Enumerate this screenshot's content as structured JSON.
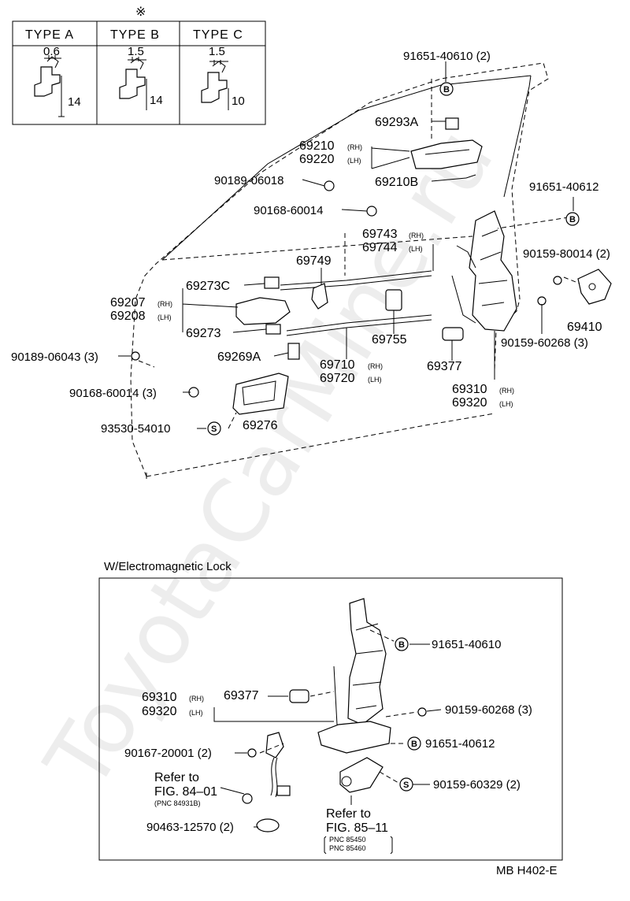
{
  "watermark": "ToyotaCarMine.ru",
  "note_mark": "※",
  "types_table": [
    {
      "header": "TYPE  A",
      "dim_top": "0.6",
      "dim_side": "14"
    },
    {
      "header": "TYPE  B",
      "dim_top": "1.5",
      "dim_side": "14"
    },
    {
      "header": "TYPE  C",
      "dim_top": "1.5",
      "dim_side": "10"
    }
  ],
  "upper_labels": {
    "p91651_40610": "91651-40610 (2)",
    "p69293A": "69293A",
    "p69210": "69210",
    "p69220": "69220",
    "p69210B": "69210B",
    "p90189_06018": "90189-06018",
    "p90168_60014": "90168-60014",
    "p91651_40612": "91651-40612",
    "p69743": "69743",
    "p69744": "69744",
    "p69749": "69749",
    "p90159_80014": "90159-80014 (2)",
    "p69273C": "69273C",
    "p69207": "69207",
    "p69208": "69208",
    "p69273": "69273",
    "p69410": "69410",
    "p90159_60268": "90159-60268 (3)",
    "p90189_06043": "90189-06043 (3)",
    "p69269A": "69269A",
    "p69755": "69755",
    "p69710": "69710",
    "p69720": "69720",
    "p69377": "69377",
    "p69310": "69310",
    "p69320": "69320",
    "p90168_60014_3": "90168-60014 (3)",
    "p93530_54010": "93530-54010",
    "p69276": "69276",
    "rh": "(RH)",
    "lh": "(LH)",
    "circle_b": "B",
    "circle_s": "S"
  },
  "inset": {
    "title": "W/Electromagnetic Lock",
    "p91651_40610": "91651-40610",
    "p69310": "69310",
    "p69320": "69320",
    "p69377": "69377",
    "p90159_60268": "90159-60268 (3)",
    "p90167_20001": "90167-20001 (2)",
    "p91651_40612": "91651-40612",
    "refer1_a": "Refer to",
    "refer1_b": "FIG. 84–01",
    "refer1_c": "(PNC 84931B)",
    "p90159_60329": "90159-60329 (2)",
    "p90463_12570": "90463-12570 (2)",
    "refer2_a": "Refer to",
    "refer2_b": "FIG. 85–11",
    "refer2_c": "PNC 85450",
    "refer2_d": "PNC 85460"
  },
  "footer_code": "MB H402-E"
}
